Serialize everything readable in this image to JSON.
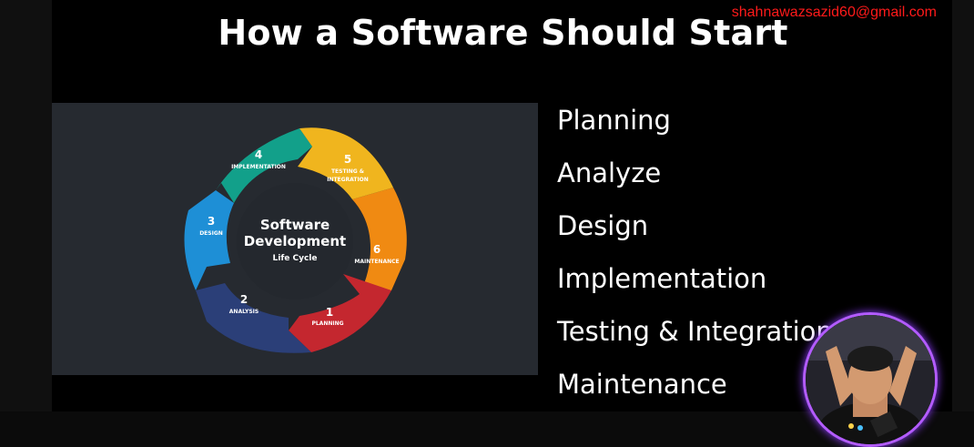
{
  "slide": {
    "title": "How a Software Should Start",
    "watermark_email": "shahnawazsazid60@gmail.com"
  },
  "diagram": {
    "center": {
      "line1": "Software",
      "line2": "Development",
      "line3": "Life Cycle"
    },
    "segments": [
      {
        "number": "1",
        "label": "PLANNING",
        "color": "#c4272f"
      },
      {
        "number": "2",
        "label": "ANALYSIS",
        "color": "#2b3f78"
      },
      {
        "number": "3",
        "label": "DESIGN",
        "color": "#1e8fd6"
      },
      {
        "number": "4",
        "label": "IMPLEMENTATION",
        "color": "#12a08a"
      },
      {
        "number": "5",
        "label": "TESTING &",
        "label2": "INTEGRATION",
        "color": "#f0b51e"
      },
      {
        "number": "6",
        "label": "MAINTENANCE",
        "color": "#f08a12"
      }
    ]
  },
  "steps": [
    "Planning",
    "Analyze",
    "Design",
    "Implementation",
    "Testing & Integration",
    "Maintenance"
  ],
  "colors": {
    "slide_bg": "#000000",
    "panel_bg": "#262a30",
    "email": "#ff1a1a",
    "webcam_ring": "#b35cff"
  }
}
